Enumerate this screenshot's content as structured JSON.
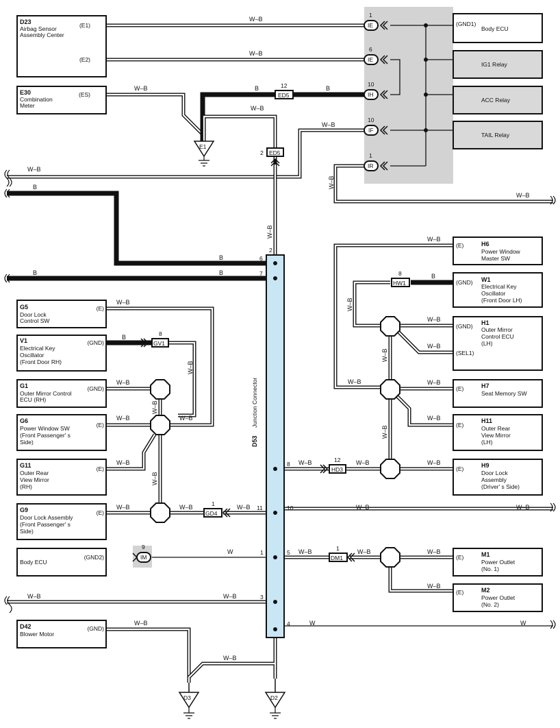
{
  "components": [
    {
      "id": "D23",
      "name": [
        "Airbag Sensor",
        "Assembly Center"
      ],
      "pins": [
        "(E1)",
        "(E2)"
      ]
    },
    {
      "id": "E30",
      "name": [
        "Combination",
        "Meter"
      ],
      "pins": [
        "(ES)"
      ]
    },
    {
      "id": "",
      "name": [
        "Body ECU"
      ],
      "pins": [
        "(GND1)"
      ]
    },
    {
      "id": "",
      "name": [
        "IG1 Relay"
      ],
      "pins": []
    },
    {
      "id": "",
      "name": [
        "ACC Relay"
      ],
      "pins": []
    },
    {
      "id": "",
      "name": [
        "TAIL Relay"
      ],
      "pins": []
    },
    {
      "id": "H6",
      "name": [
        "Power Window",
        "Master SW"
      ],
      "pins": [
        "(E)"
      ]
    },
    {
      "id": "W1",
      "name": [
        "Electrical Key",
        "Oscillator",
        "(Front Door LH)"
      ],
      "pins": [
        "(GND)"
      ]
    },
    {
      "id": "H1",
      "name": [
        "Outer Mirror",
        "Control ECU",
        "(LH)"
      ],
      "pins": [
        "(GND)",
        "(SEL1)"
      ]
    },
    {
      "id": "H7",
      "name": [
        "Seat Memory SW"
      ],
      "pins": [
        "(E)"
      ]
    },
    {
      "id": "H11",
      "name": [
        "Outer Rear",
        "View Mirror",
        "(LH)"
      ],
      "pins": [
        "(E)"
      ]
    },
    {
      "id": "H9",
      "name": [
        "Door Lock",
        "Assembly",
        "(Driver' s Side)"
      ],
      "pins": [
        "(E)"
      ]
    },
    {
      "id": "M1",
      "name": [
        "Power Outlet",
        "(No. 1)"
      ],
      "pins": [
        "(E)"
      ]
    },
    {
      "id": "M2",
      "name": [
        "Power Outlet",
        "(No. 2)"
      ],
      "pins": [
        "(E)"
      ]
    },
    {
      "id": "G5",
      "name": [
        "Door Lock",
        "Control SW"
      ],
      "pins": [
        "(E)"
      ]
    },
    {
      "id": "V1",
      "name": [
        "Electrical Key",
        "Oscillator",
        "(Front Door RH)"
      ],
      "pins": [
        "(GND)"
      ]
    },
    {
      "id": "G1",
      "name": [
        "Outer Mirror Control",
        "ECU (RH)"
      ],
      "pins": [
        "(GND)"
      ]
    },
    {
      "id": "G6",
      "name": [
        "Power Window SW",
        "(Front Passenger' s",
        "Side)"
      ],
      "pins": [
        "(E)"
      ]
    },
    {
      "id": "G11",
      "name": [
        "Outer Rear",
        "View Mirror",
        "(RH)"
      ],
      "pins": [
        "(E)"
      ]
    },
    {
      "id": "G9",
      "name": [
        "Door Lock Assembly",
        "(Front Passenger' s",
        "Side)"
      ],
      "pins": [
        "(E)"
      ]
    },
    {
      "id": "",
      "name": [
        "Body ECU"
      ],
      "pins": [
        "(GND2)"
      ]
    },
    {
      "id": "D42",
      "name": [
        "Blower Motor"
      ],
      "pins": [
        "(GND)"
      ]
    }
  ],
  "junction": {
    "id": "D53",
    "name": "Junction Connector"
  },
  "connectors": [
    {
      "code": "IE",
      "pin": "1"
    },
    {
      "code": "IE",
      "pin": "6"
    },
    {
      "code": "IH",
      "pin": "10"
    },
    {
      "code": "IF",
      "pin": "10"
    },
    {
      "code": "IR",
      "pin": "1"
    },
    {
      "code": "ED5",
      "pin": "12"
    },
    {
      "code": "ED5",
      "pin": "2"
    },
    {
      "code": "HW1",
      "pin": "8"
    },
    {
      "code": "GV1",
      "pin": "8"
    },
    {
      "code": "HD3",
      "pin": "12"
    },
    {
      "code": "GD4",
      "pin": "1"
    },
    {
      "code": "DM1",
      "pin": "1"
    },
    {
      "code": "IM",
      "pin": "9"
    }
  ],
  "grounds": [
    "E1",
    "D3",
    "D2"
  ],
  "junction_pins": [
    "2",
    "6",
    "7",
    "11",
    "1",
    "3",
    "8",
    "10",
    "5",
    "4"
  ],
  "wire_labels": {
    "wb": "W–B",
    "b": "B",
    "w": "W"
  }
}
